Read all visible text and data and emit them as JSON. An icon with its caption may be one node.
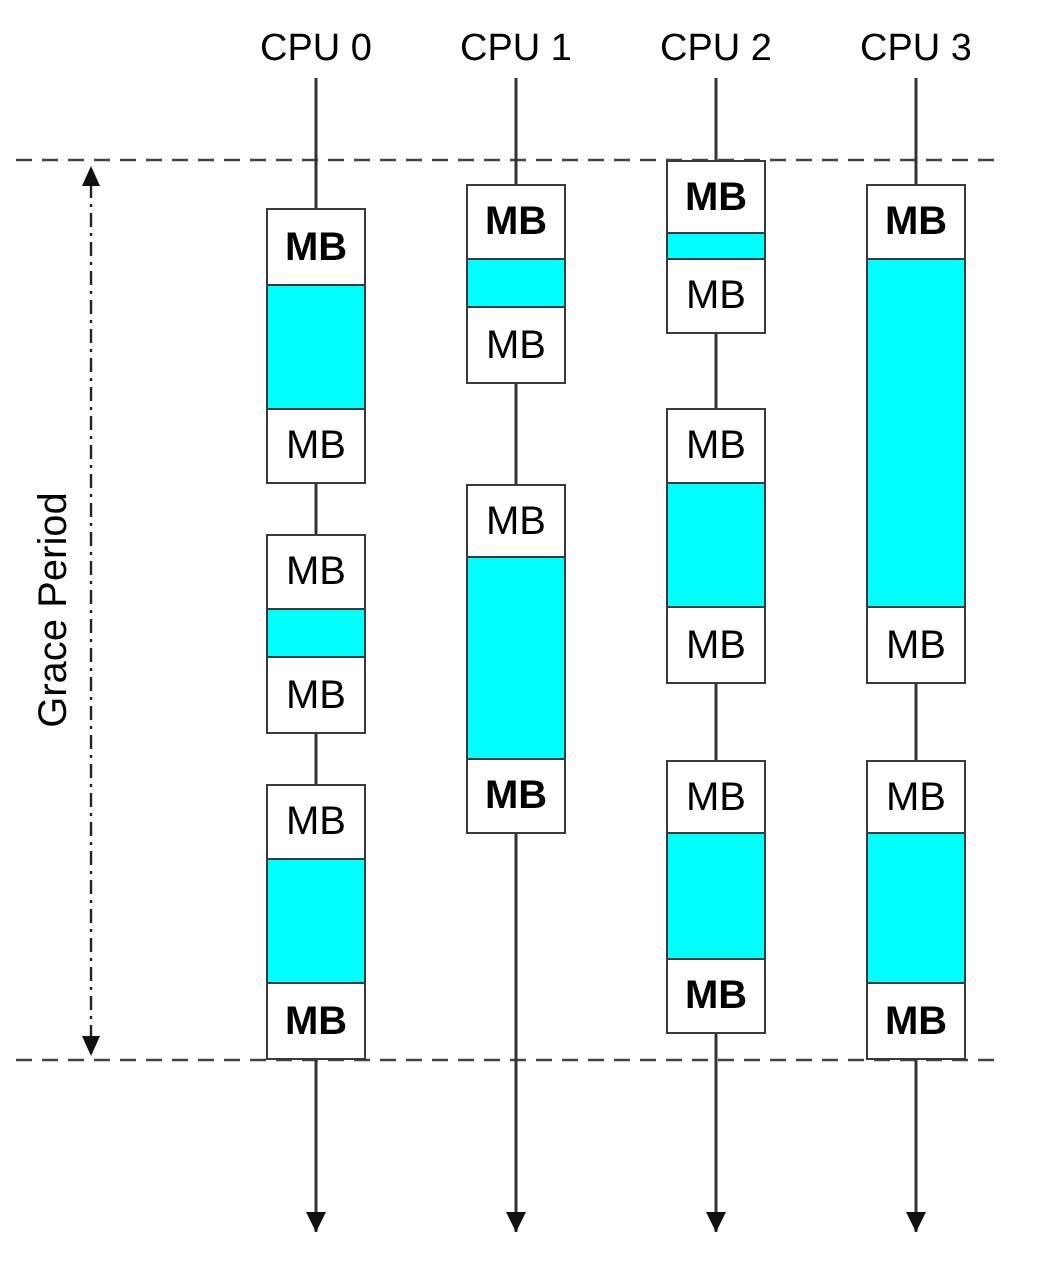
{
  "diagram": {
    "nodes": [
      {
        "text": [
          "CPU 0"
        ]
      },
      {
        "text": [
          "MB"
        ]
      },
      {
        "text": [],
        "shape": "box"
      },
      {
        "text": [
          "MB"
        ]
      },
      {
        "text": [
          "MB"
        ]
      },
      {
        "text": [],
        "shape": "box"
      },
      {
        "text": [
          "MB"
        ]
      },
      {
        "text": [
          "MB"
        ]
      },
      {
        "text": [],
        "shape": "box"
      },
      {
        "text": [
          "MB"
        ]
      },
      {
        "text": [
          "CPU 1"
        ]
      },
      {
        "text": [
          "MB"
        ]
      },
      {
        "text": [],
        "shape": "box"
      },
      {
        "text": [
          "MB"
        ]
      },
      {
        "text": [
          "MB"
        ]
      },
      {
        "text": [],
        "shape": "box"
      },
      {
        "text": [
          "MB"
        ]
      },
      {
        "text": [
          "CPU 2"
        ]
      },
      {
        "text": [
          "MB"
        ]
      },
      {
        "text": [],
        "shape": "box"
      },
      {
        "text": [
          "MB"
        ]
      },
      {
        "text": [
          "MB"
        ]
      },
      {
        "text": [],
        "shape": "box"
      },
      {
        "text": [
          "MB"
        ]
      },
      {
        "text": [
          "MB"
        ]
      },
      {
        "text": [],
        "shape": "box"
      },
      {
        "text": [
          "MB"
        ]
      },
      {
        "text": [
          "CPU 3"
        ]
      },
      {
        "text": [
          "MB"
        ]
      },
      {
        "text": [],
        "shape": "box"
      },
      {
        "text": [
          "MB"
        ]
      },
      {
        "text": [
          "MB"
        ]
      },
      {
        "text": [],
        "shape": "box"
      },
      {
        "text": [
          "MB"
        ]
      }
    ],
    "edges": [
      {
        "from": 0,
        "to": 1,
        "arrow": "none"
      },
      {
        "from": 3,
        "to": 4,
        "arrow": "none"
      },
      {
        "from": 6,
        "to": 7,
        "arrow": "none"
      },
      {
        "from": 9,
        "to": null,
        "arrow": "to"
      },
      {
        "from": 10,
        "to": 11,
        "arrow": "none"
      },
      {
        "from": 13,
        "to": 14,
        "arrow": "none"
      },
      {
        "from": 16,
        "to": null,
        "arrow": "to"
      },
      {
        "from": 17,
        "to": 18,
        "arrow": "none"
      },
      {
        "from": 20,
        "to": 21,
        "arrow": "none"
      },
      {
        "from": 23,
        "to": 24,
        "arrow": "none"
      },
      {
        "from": 26,
        "to": null,
        "arrow": "to"
      },
      {
        "from": 27,
        "to": 28,
        "arrow": "none"
      },
      {
        "from": 30,
        "to": 31,
        "arrow": "none"
      },
      {
        "from": 33,
        "to": null,
        "arrow": "to"
      }
    ],
    "labels": [
      "Grace Period"
    ]
  }
}
